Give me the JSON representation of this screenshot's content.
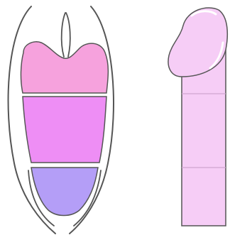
{
  "diagram": {
    "left_figure": {
      "sections": [
        {
          "id": "top",
          "color": "#f6a2dd"
        },
        {
          "id": "middle",
          "color": "#ee8ef5"
        },
        {
          "id": "bottom",
          "color": "#b49ef7"
        }
      ],
      "outline_color": "#555555",
      "divider_color": "#ffffff"
    },
    "right_figure": {
      "fill_color": "#f6cdf6",
      "outline_color": "#555555",
      "highlight_color": "#ffffff",
      "segment_line_color": "#cfa6d0",
      "segments": 3
    }
  }
}
